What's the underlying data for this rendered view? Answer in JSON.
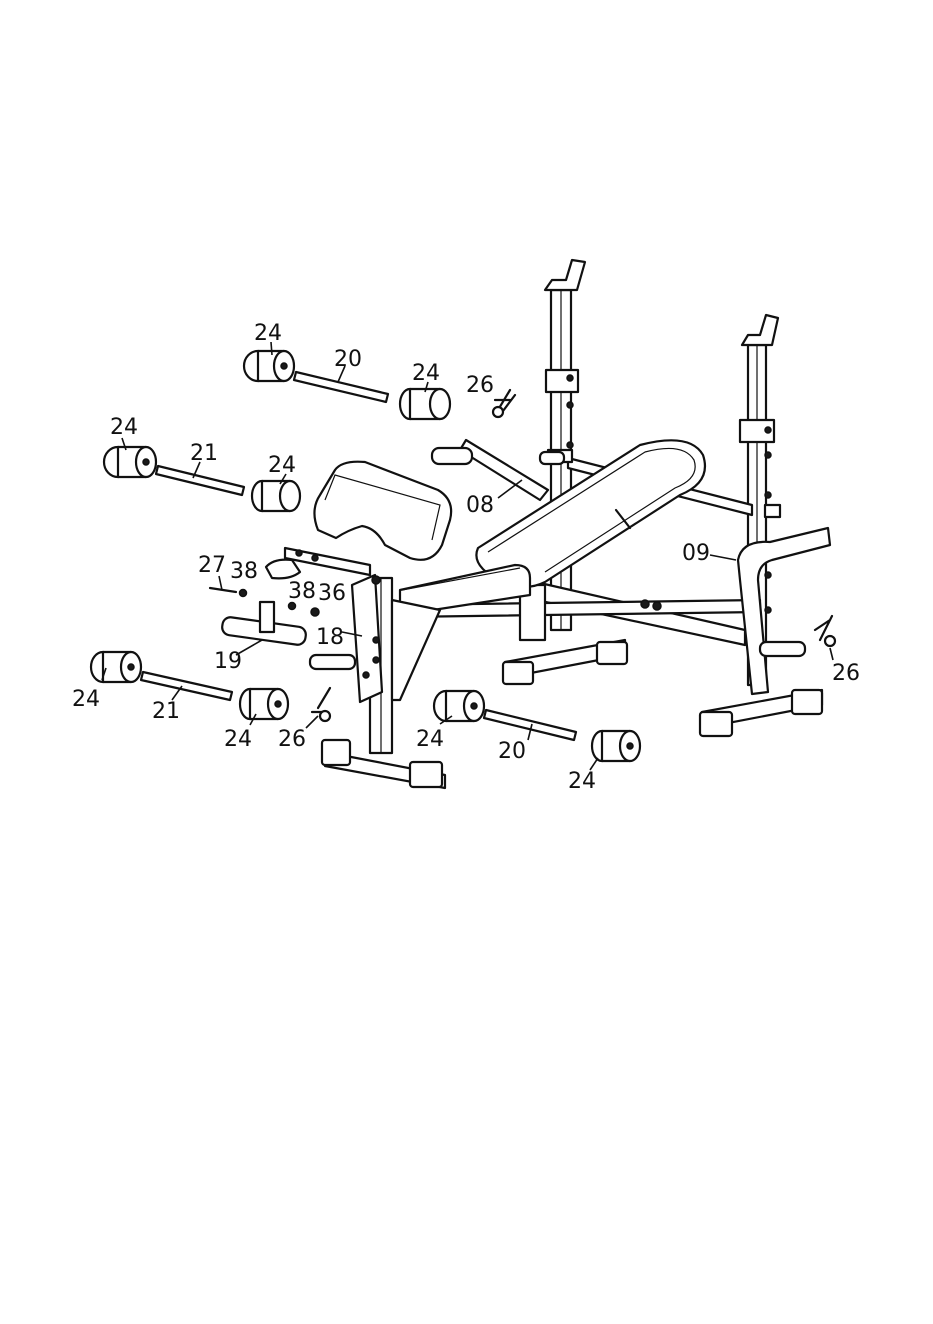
{
  "callouts": {
    "c24_top_left": "24",
    "c20_top": "20",
    "c24_top_right": "24",
    "c26_top": "26",
    "c24_mid_left": "24",
    "c21_mid": "21",
    "c24_mid_right": "24",
    "c08": "08",
    "c09": "09",
    "c27": "27",
    "c38_a": "38",
    "c38_b": "38",
    "c36": "36",
    "c18": "18",
    "c19": "19",
    "c24_low_left": "24",
    "c21_low": "21",
    "c24_low_mid": "24",
    "c26_low": "26",
    "c24_front_left": "24",
    "c20_front": "20",
    "c24_front_right": "24",
    "c26_right": "26"
  }
}
